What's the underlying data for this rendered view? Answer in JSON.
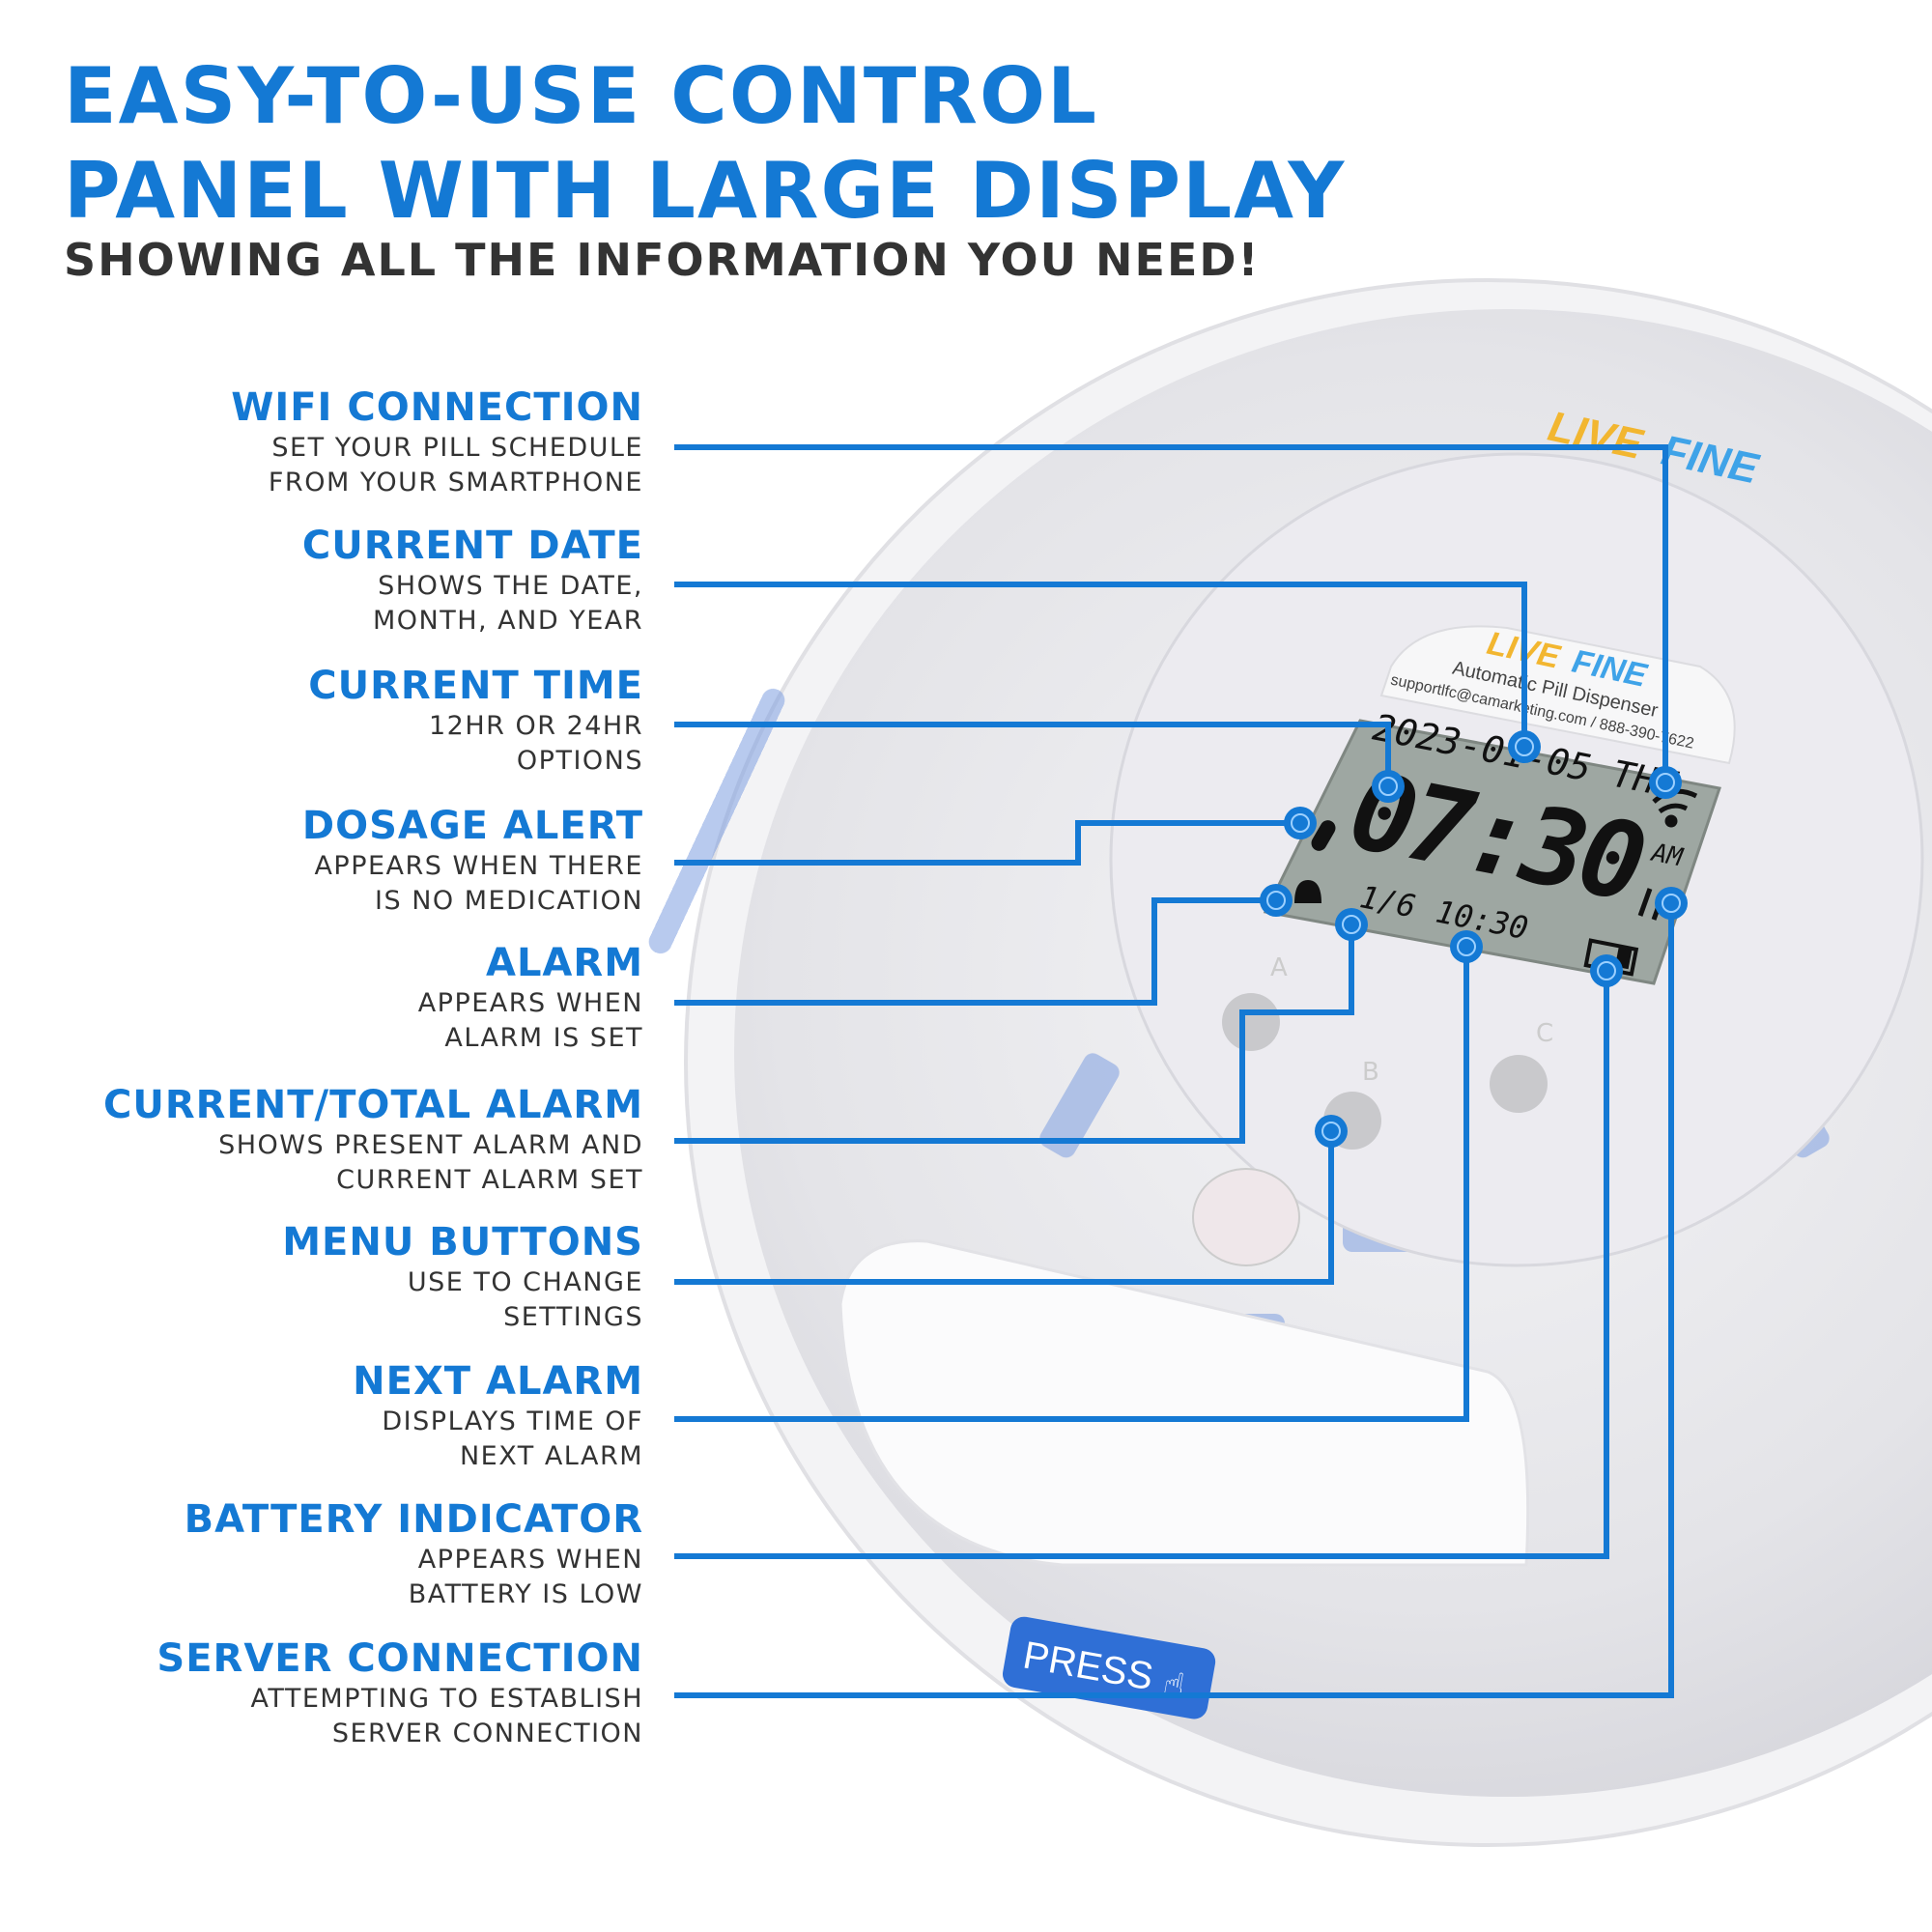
{
  "header": {
    "title_line1": "EASY-TO-USE CONTROL",
    "title_line2": "PANEL WITH LARGE DISPLAY",
    "subtitle": "SHOWING ALL THE INFORMATION YOU NEED!"
  },
  "callouts": [
    {
      "heading": "WIFI CONNECTION",
      "line1": "SET YOUR PILL SCHEDULE",
      "line2": "FROM YOUR SMARTPHONE"
    },
    {
      "heading": "CURRENT DATE",
      "line1": "SHOWS THE DATE,",
      "line2": "MONTH, AND YEAR"
    },
    {
      "heading": "CURRENT TIME",
      "line1": "12HR OR 24HR",
      "line2": "OPTIONS"
    },
    {
      "heading": "DOSAGE ALERT",
      "line1": "APPEARS WHEN THERE",
      "line2": "IS NO MEDICATION"
    },
    {
      "heading": "ALARM",
      "line1": "APPEARS WHEN",
      "line2": "ALARM IS SET"
    },
    {
      "heading": "CURRENT/TOTAL ALARM",
      "line1": "SHOWS PRESENT ALARM AND",
      "line2": "CURRENT ALARM SET"
    },
    {
      "heading": "MENU BUTTONS",
      "line1": "USE TO CHANGE",
      "line2": "SETTINGS"
    },
    {
      "heading": "NEXT ALARM",
      "line1": "DISPLAYS TIME OF",
      "line2": "NEXT ALARM"
    },
    {
      "heading": "BATTERY INDICATOR",
      "line1": "APPEARS WHEN",
      "line2": "BATTERY IS LOW"
    },
    {
      "heading": "SERVER CONNECTION",
      "line1": "ATTEMPTING TO ESTABLISH",
      "line2": "SERVER CONNECTION"
    }
  ],
  "device": {
    "brand_live": "LIVE",
    "brand_fine": "FINE",
    "product_name": "Automatic Pill Dispenser",
    "support_line": "supportlfc@camarketing.com / 888-390-7622",
    "lcd": {
      "date": "2023-01-05 THU",
      "time": "07:30",
      "meridiem": "AM",
      "alarm_count": "1/6",
      "next_alarm": "10:30"
    },
    "buttons": [
      "A",
      "B",
      "C"
    ],
    "press_label": "PRESS"
  },
  "colors": {
    "accent": "#1479d4",
    "brand_yellow": "#f2b630",
    "brand_blue": "#3fa3e8",
    "lcd": "#9ea7a2"
  },
  "icons": [
    "wifi-icon",
    "pill-icon",
    "bell-icon",
    "battery-icon",
    "server-arrows-icon",
    "hand-press-icon"
  ]
}
